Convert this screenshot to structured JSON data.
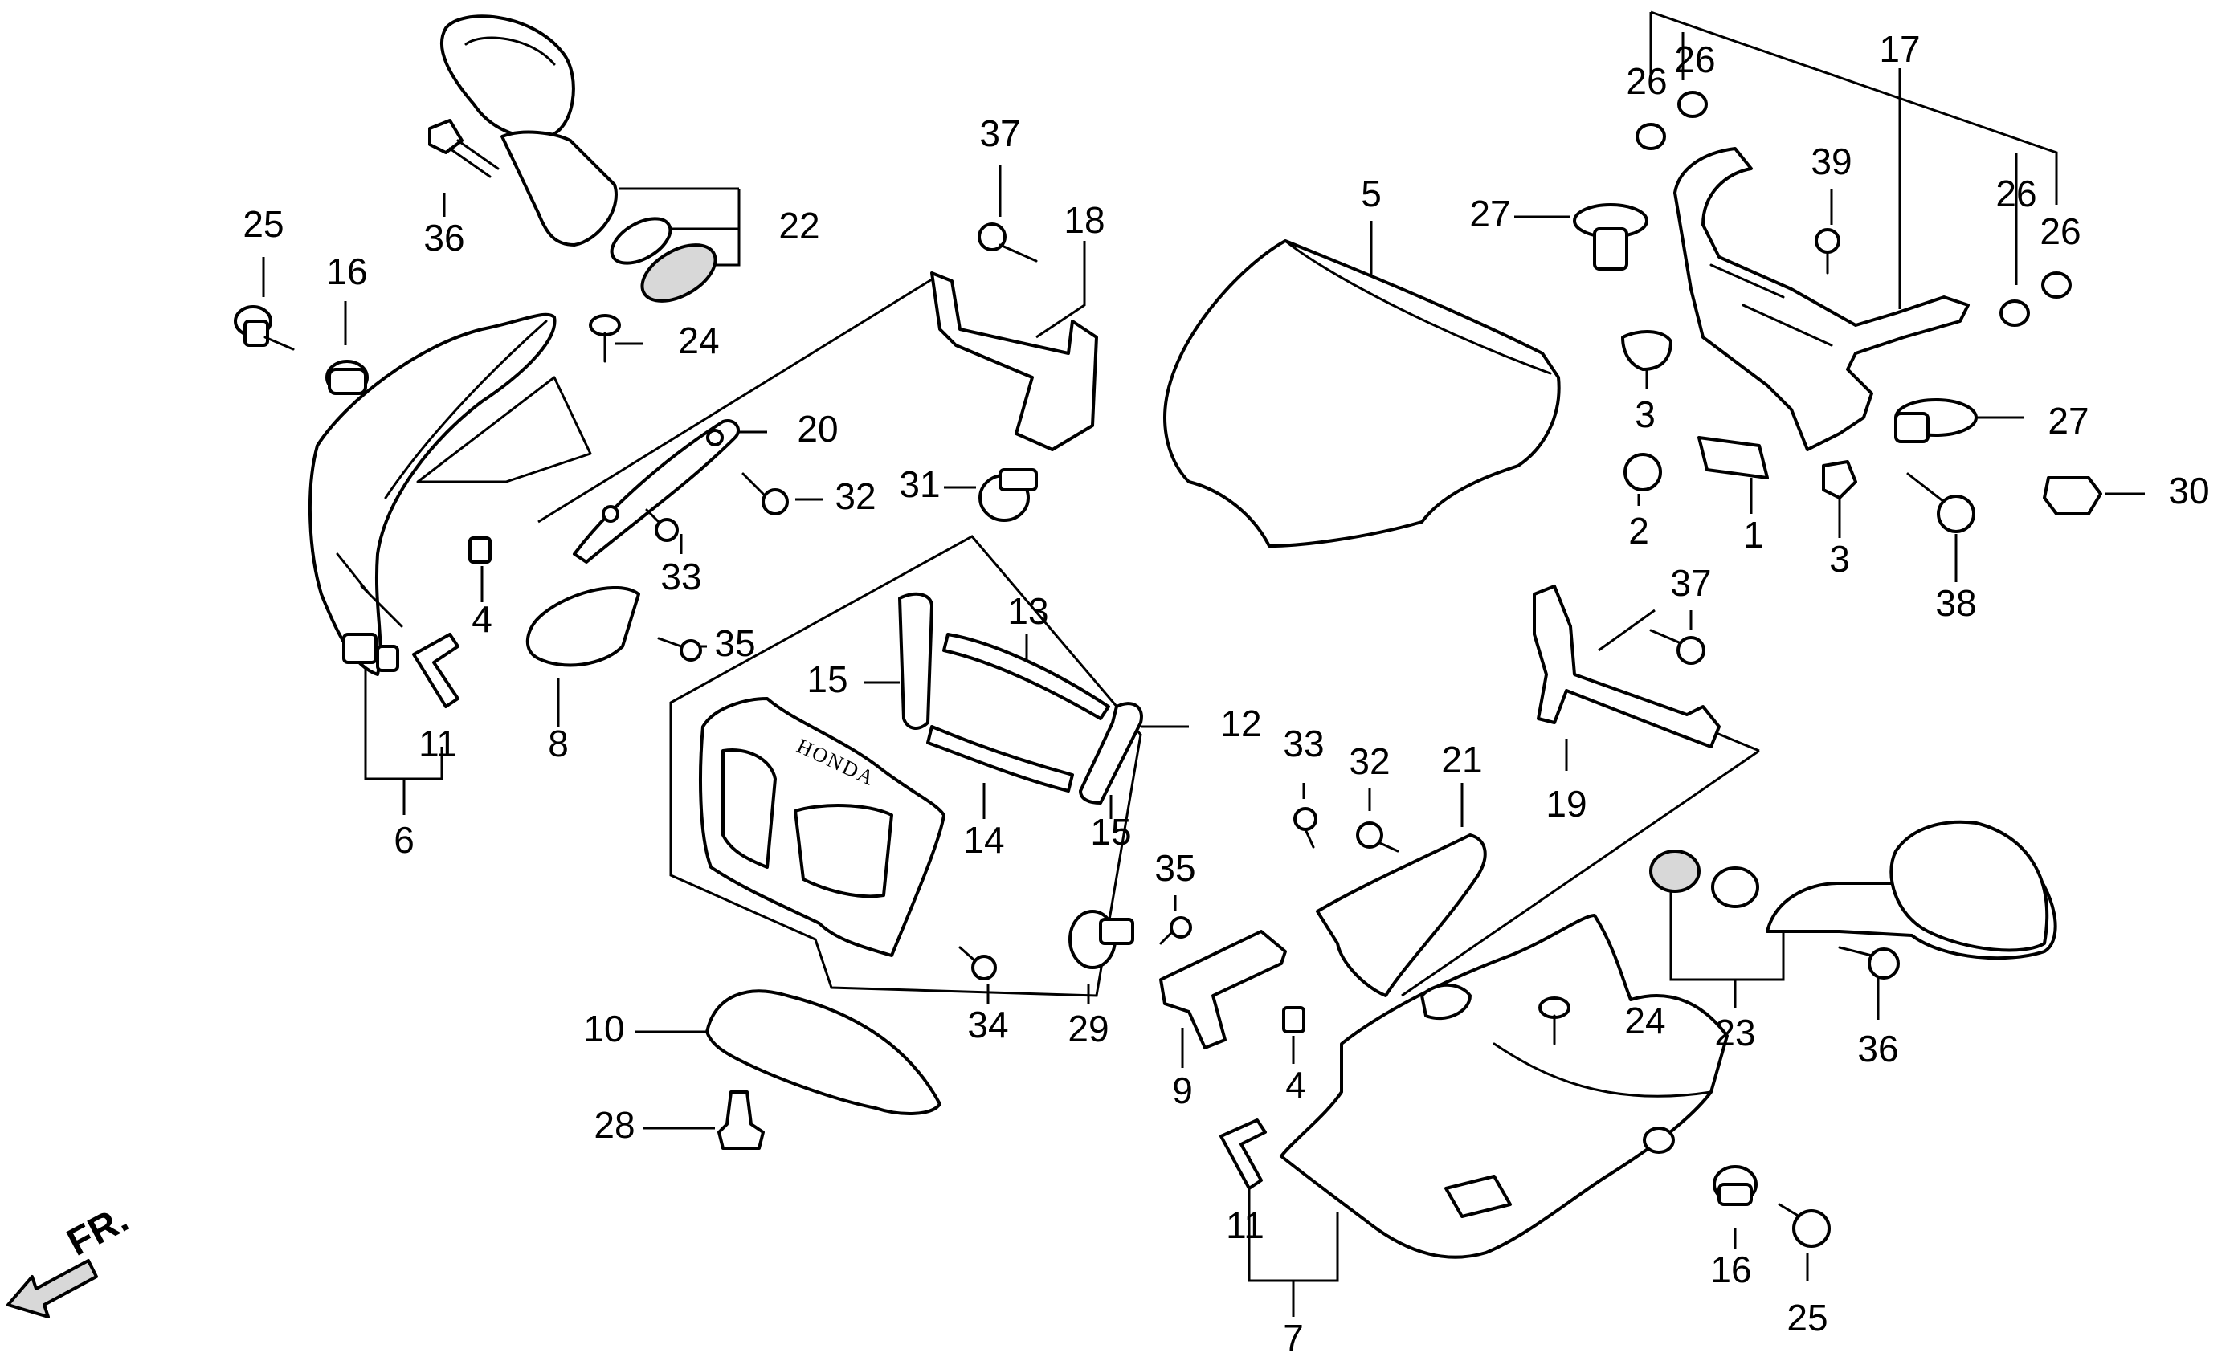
{
  "callouts": [
    {
      "id": "c1",
      "label": "1"
    },
    {
      "id": "c2",
      "label": "2"
    },
    {
      "id": "c3a",
      "label": "3"
    },
    {
      "id": "c3b",
      "label": "3"
    },
    {
      "id": "c4a",
      "label": "4"
    },
    {
      "id": "c4b",
      "label": "4"
    },
    {
      "id": "c5",
      "label": "5"
    },
    {
      "id": "c6",
      "label": "6"
    },
    {
      "id": "c7",
      "label": "7"
    },
    {
      "id": "c8",
      "label": "8"
    },
    {
      "id": "c9",
      "label": "9"
    },
    {
      "id": "c10",
      "label": "10"
    },
    {
      "id": "c11a",
      "label": "11"
    },
    {
      "id": "c11b",
      "label": "11"
    },
    {
      "id": "c12",
      "label": "12"
    },
    {
      "id": "c13",
      "label": "13"
    },
    {
      "id": "c14",
      "label": "14"
    },
    {
      "id": "c15a",
      "label": "15"
    },
    {
      "id": "c15b",
      "label": "15"
    },
    {
      "id": "c16a",
      "label": "16"
    },
    {
      "id": "c16b",
      "label": "16"
    },
    {
      "id": "c17",
      "label": "17"
    },
    {
      "id": "c18",
      "label": "18"
    },
    {
      "id": "c19",
      "label": "19"
    },
    {
      "id": "c20",
      "label": "20"
    },
    {
      "id": "c21",
      "label": "21"
    },
    {
      "id": "c22",
      "label": "22"
    },
    {
      "id": "c23",
      "label": "23"
    },
    {
      "id": "c24a",
      "label": "24"
    },
    {
      "id": "c24b",
      "label": "24"
    },
    {
      "id": "c25a",
      "label": "25"
    },
    {
      "id": "c25b",
      "label": "25"
    },
    {
      "id": "c26a",
      "label": "26"
    },
    {
      "id": "c26b",
      "label": "26"
    },
    {
      "id": "c26c",
      "label": "26"
    },
    {
      "id": "c26d",
      "label": "26"
    },
    {
      "id": "c27a",
      "label": "27"
    },
    {
      "id": "c27b",
      "label": "27"
    },
    {
      "id": "c28",
      "label": "28"
    },
    {
      "id": "c29",
      "label": "29"
    },
    {
      "id": "c30",
      "label": "30"
    },
    {
      "id": "c31",
      "label": "31"
    },
    {
      "id": "c32a",
      "label": "32"
    },
    {
      "id": "c32b",
      "label": "32"
    },
    {
      "id": "c33a",
      "label": "33"
    },
    {
      "id": "c33b",
      "label": "33"
    },
    {
      "id": "c34",
      "label": "34"
    },
    {
      "id": "c35a",
      "label": "35"
    },
    {
      "id": "c35b",
      "label": "35"
    },
    {
      "id": "c36a",
      "label": "36"
    },
    {
      "id": "c36b",
      "label": "36"
    },
    {
      "id": "c37a",
      "label": "37"
    },
    {
      "id": "c37b",
      "label": "37"
    },
    {
      "id": "c38",
      "label": "38"
    },
    {
      "id": "c39",
      "label": "39"
    }
  ],
  "direction_label": "FR.",
  "brand_text": "HONDA"
}
